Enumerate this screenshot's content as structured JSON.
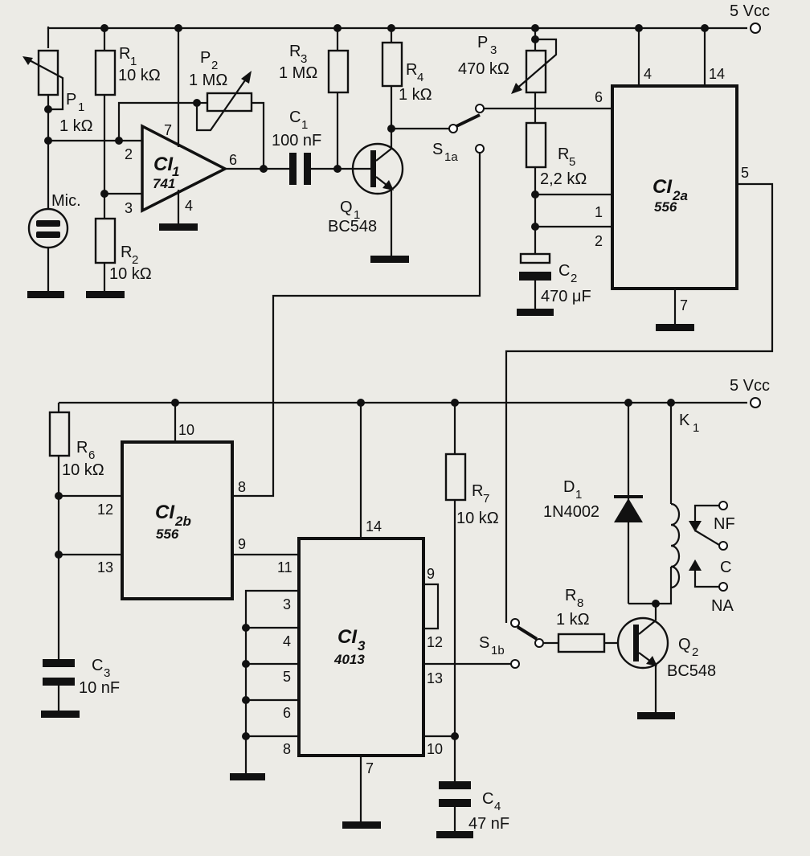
{
  "supply": {
    "top": "5 Vcc",
    "bottom": "5 Vcc"
  },
  "components": {
    "P1": {
      "ref": "P",
      "sub": "1",
      "value": "1 kΩ"
    },
    "R1": {
      "ref": "R",
      "sub": "1",
      "value": "10 kΩ"
    },
    "P2": {
      "ref": "P",
      "sub": "2",
      "value": "1 MΩ"
    },
    "R2": {
      "ref": "R",
      "sub": "2",
      "value": "10 kΩ"
    },
    "MIC": {
      "label": "Mic."
    },
    "CI1": {
      "ref": "CI",
      "sub": "1",
      "part": "741",
      "pins": {
        "p2": "2",
        "p3": "3",
        "p4": "4",
        "p6": "6",
        "p7": "7"
      }
    },
    "R3": {
      "ref": "R",
      "sub": "3",
      "value": "1 MΩ"
    },
    "C1": {
      "ref": "C",
      "sub": "1",
      "value": "100 nF"
    },
    "R4": {
      "ref": "R",
      "sub": "4",
      "value": "1 kΩ"
    },
    "Q1": {
      "ref": "Q",
      "sub": "1",
      "part": "BC548"
    },
    "S1a": {
      "ref": "S",
      "sub": "1a"
    },
    "P3": {
      "ref": "P",
      "sub": "3",
      "value": "470 kΩ"
    },
    "R5": {
      "ref": "R",
      "sub": "5",
      "value": "2,2 kΩ"
    },
    "C2": {
      "ref": "C",
      "sub": "2",
      "value": "470 μF"
    },
    "CI2a": {
      "ref": "CI",
      "sub": "2a",
      "part": "556",
      "pins": {
        "p4": "4",
        "p14": "14",
        "p6": "6",
        "p5": "5",
        "p1": "1",
        "p2": "2",
        "p7": "7"
      }
    },
    "R6": {
      "ref": "R",
      "sub": "6",
      "value": "10 kΩ"
    },
    "CI2b": {
      "ref": "CI",
      "sub": "2b",
      "part": "556",
      "pins": {
        "p10": "10",
        "p8": "8",
        "p12": "12",
        "p9": "9",
        "p13": "13"
      }
    },
    "C3": {
      "ref": "C",
      "sub": "3",
      "value": "10 nF"
    },
    "CI3": {
      "ref": "CI",
      "sub": "3",
      "part": "4013",
      "pins": {
        "p14": "14",
        "p11": "11",
        "p3": "3",
        "p4": "4",
        "p5": "5",
        "p6": "6",
        "p8": "8",
        "p9": "9",
        "p12": "12",
        "p13": "13",
        "p10": "10",
        "p7": "7"
      }
    },
    "R7": {
      "ref": "R",
      "sub": "7",
      "value": "10 kΩ"
    },
    "C4": {
      "ref": "C",
      "sub": "4",
      "value": "47 nF"
    },
    "D1": {
      "ref": "D",
      "sub": "1",
      "part": "1N4002"
    },
    "K1": {
      "ref": "K",
      "sub": "1",
      "contacts": {
        "nf": "NF",
        "c": "C",
        "na": "NA"
      }
    },
    "R8": {
      "ref": "R",
      "sub": "8",
      "value": "1 kΩ"
    },
    "S1b": {
      "ref": "S",
      "sub": "1b"
    },
    "Q2": {
      "ref": "Q",
      "sub": "2",
      "part": "BC548"
    }
  }
}
